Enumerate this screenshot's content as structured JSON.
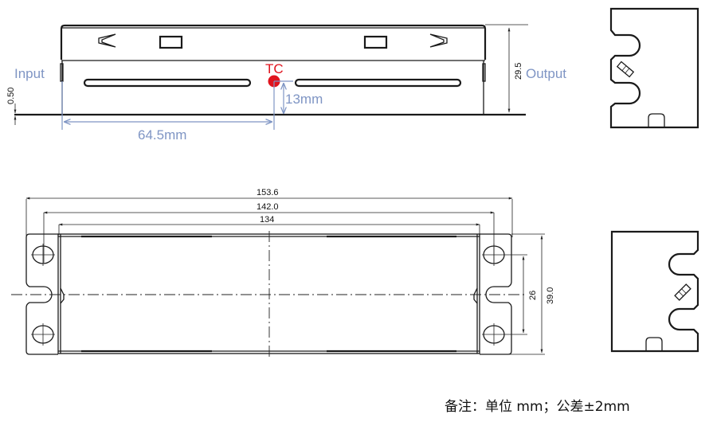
{
  "drawing": {
    "type": "mechanical dimension drawing",
    "views": [
      "front-side-view",
      "end-view-top",
      "top-view",
      "end-view-bottom"
    ]
  },
  "side_view": {
    "input_label": "Input",
    "output_label": "Output",
    "tc_label": "TC",
    "tc_height_label": "13mm",
    "tc_distance_label": "64.5mm",
    "flange_thickness_label": "0.50",
    "height_label": "29.5"
  },
  "top_view": {
    "overall_length_label": "153.6",
    "hole_spacing_label": "142.0",
    "body_length_label": "134",
    "hole_vertical_spacing_label": "26",
    "overall_width_label": "39.0"
  },
  "note": {
    "text": "备注：单位 mm；公差±2mm"
  },
  "colors": {
    "annotation_blue": "#7f95c4",
    "tc_red": "#e0141e",
    "line": "#1a1a1a"
  }
}
